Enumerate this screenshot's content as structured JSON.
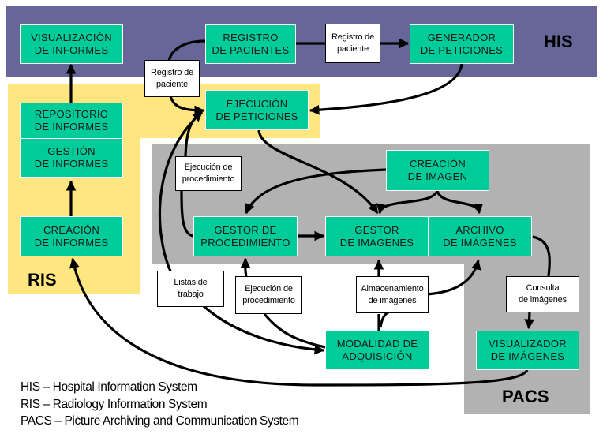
{
  "colors": {
    "his": "#666699",
    "ris": "#FFE680",
    "pacs": "#B2B2B2",
    "node": "#00CC99"
  },
  "systems": {
    "his": "HIS",
    "ris": "RIS",
    "pacs": "PACS"
  },
  "nodes": {
    "visualizacion_informes": "VISUALIZACIÓN\nDE INFORMES",
    "registro_pacientes": "REGISTRO\nDE PACIENTES",
    "generador_peticiones": "GENERADOR\nDE PETICIONES",
    "repositorio_informes": "REPOSITORIO\nDE INFORMES",
    "gestion_informes": "GESTIÓN\nDE INFORMES",
    "ejecucion_peticiones": "EJECUCIÓN\nDE PETICIONES",
    "creacion_informes": "CREACIÓN\nDE INFORMES",
    "creacion_imagen": "CREACIÓN\nDE IMAGEN",
    "gestor_procedimiento": "GESTOR DE\nPROCEDIMIENTO",
    "gestor_imagenes": "GESTOR\nDE IMÁGENES",
    "archivo_imagenes": "ARCHIVO\nDE IMÁGENES",
    "modalidad_adquisicion": "MODALIDAD DE\nADQUISICIÓN",
    "visualizador_imagenes": "VISUALIZADOR\nDE IMÁGENES"
  },
  "labels": {
    "registro_paciente_top": "Registro de\npaciente",
    "registro_paciente_left": "Registro de\npaciente",
    "ejecucion_procedimiento_upper": "Ejecución de\nprocedimiento",
    "listas_trabajo": "Listas de\ntrabajo",
    "ejecucion_procedimiento_lower": "Ejecución de\nprocedimiento",
    "almacenamiento_imagenes": "Almacenamiento\nde imágenes",
    "consulta_imagenes": "Consulta\nde imágenes"
  },
  "legend": [
    "HIS – Hospital Information System",
    "RIS – Radiology Information System",
    "PACS – Picture Archiving and Communication System"
  ]
}
